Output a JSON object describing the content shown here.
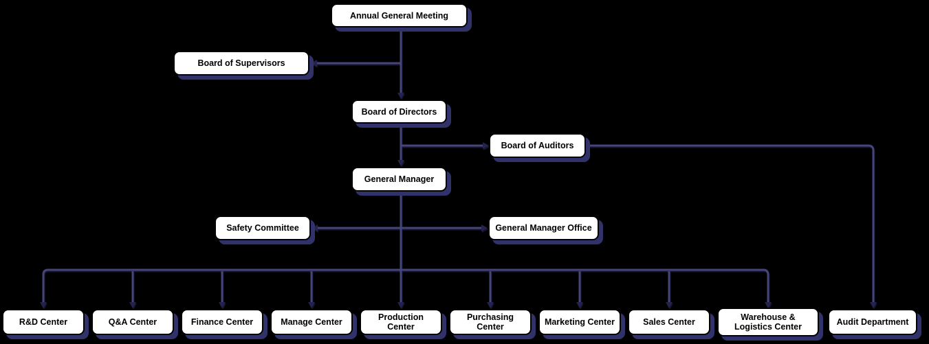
{
  "colors": {
    "background": "#000000",
    "box_fill": "#ffffff",
    "box_border": "#000000",
    "box_shadow": "#32326b",
    "connector": "#45457a",
    "arrow": "#23234d",
    "text": "#000000"
  },
  "nodes": {
    "annual_general_meeting": {
      "label": "Annual General Meeting"
    },
    "board_of_supervisors": {
      "label": "Board of Supervisors"
    },
    "board_of_directors": {
      "label": "Board of Directors"
    },
    "board_of_auditors": {
      "label": "Board of Auditors"
    },
    "general_manager": {
      "label": "General Manager"
    },
    "safety_committee": {
      "label": "Safety Committee"
    },
    "general_manager_office": {
      "label": "General Manager Office"
    }
  },
  "departments": [
    {
      "label": "R&D Center"
    },
    {
      "label": "Q&A Center"
    },
    {
      "label": "Finance Center"
    },
    {
      "label": "Manage Center"
    },
    {
      "label": "Production Center"
    },
    {
      "label": "Purchasing Center"
    },
    {
      "label": "Marketing Center"
    },
    {
      "label": "Sales Center"
    },
    {
      "label": "Warehouse & Logistics Center"
    },
    {
      "label": "Audit Department"
    }
  ],
  "hierarchy": {
    "root": "Annual General Meeting",
    "edges": [
      [
        "Annual General Meeting",
        "Board of Supervisors"
      ],
      [
        "Annual General Meeting",
        "Board of Directors"
      ],
      [
        "Board of Directors",
        "Board of Auditors"
      ],
      [
        "Board of Directors",
        "General Manager"
      ],
      [
        "Board of Auditors",
        "Audit Department"
      ],
      [
        "General Manager",
        "Safety Committee"
      ],
      [
        "General Manager",
        "General Manager Office"
      ],
      [
        "General Manager",
        "R&D Center"
      ],
      [
        "General Manager",
        "Q&A Center"
      ],
      [
        "General Manager",
        "Finance Center"
      ],
      [
        "General Manager",
        "Manage Center"
      ],
      [
        "General Manager",
        "Production Center"
      ],
      [
        "General Manager",
        "Purchasing Center"
      ],
      [
        "General Manager",
        "Marketing Center"
      ],
      [
        "General Manager",
        "Sales Center"
      ],
      [
        "General Manager",
        "Warehouse & Logistics Center"
      ]
    ]
  }
}
